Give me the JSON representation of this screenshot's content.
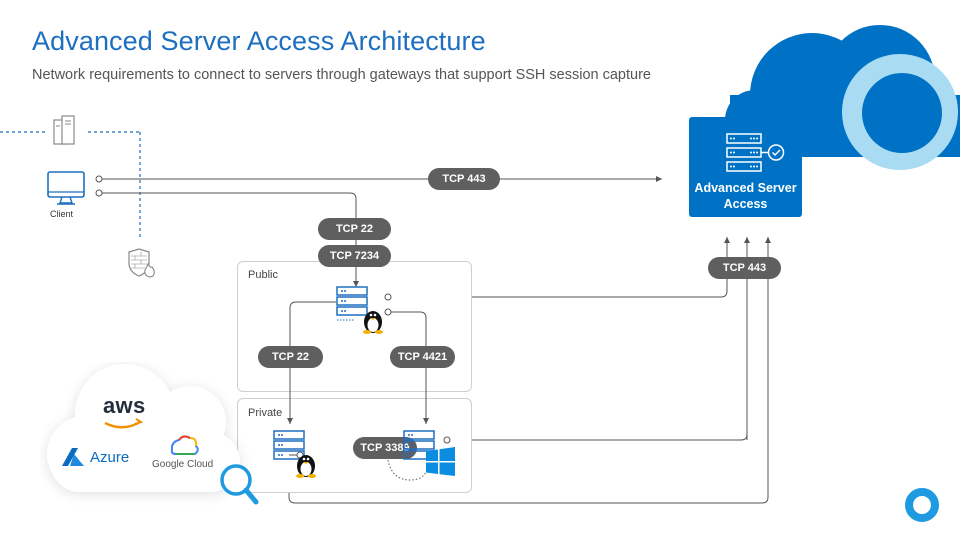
{
  "header": {
    "title": "Advanced Server Access Architecture",
    "subtitle": "Network requirements to connect to servers through gateways that support SSH session capture"
  },
  "nodes": {
    "client_label": "Client",
    "asa_label_line1": "Advanced Server",
    "asa_label_line2": "Access"
  },
  "zones": {
    "public": "Public",
    "private": "Private"
  },
  "connections": {
    "client_to_asa": "TCP 443",
    "client_ssh": "TCP 22",
    "client_gateway": "TCP 7234",
    "public_to_private_linux": "TCP 22",
    "public_to_private_windows": "TCP 4421",
    "windows_rdp": "TCP 3389",
    "servers_to_asa": "TCP 443"
  },
  "cloud_providers": {
    "aws": "aws",
    "azure": "Azure",
    "google": "Google Cloud"
  },
  "colors": {
    "accent": "#0072c6",
    "light_blue": "#a9dcf3",
    "pill": "#5f5f5f",
    "line": "#555555"
  },
  "icons": [
    "server-rack-icon",
    "monitor-icon",
    "firewall-shield-icon",
    "linux-tux-icon",
    "windows-logo-icon",
    "check-circle-icon",
    "magnifier-icon",
    "ring-logo-icon",
    "google-cloud-icon",
    "azure-logo-icon"
  ]
}
